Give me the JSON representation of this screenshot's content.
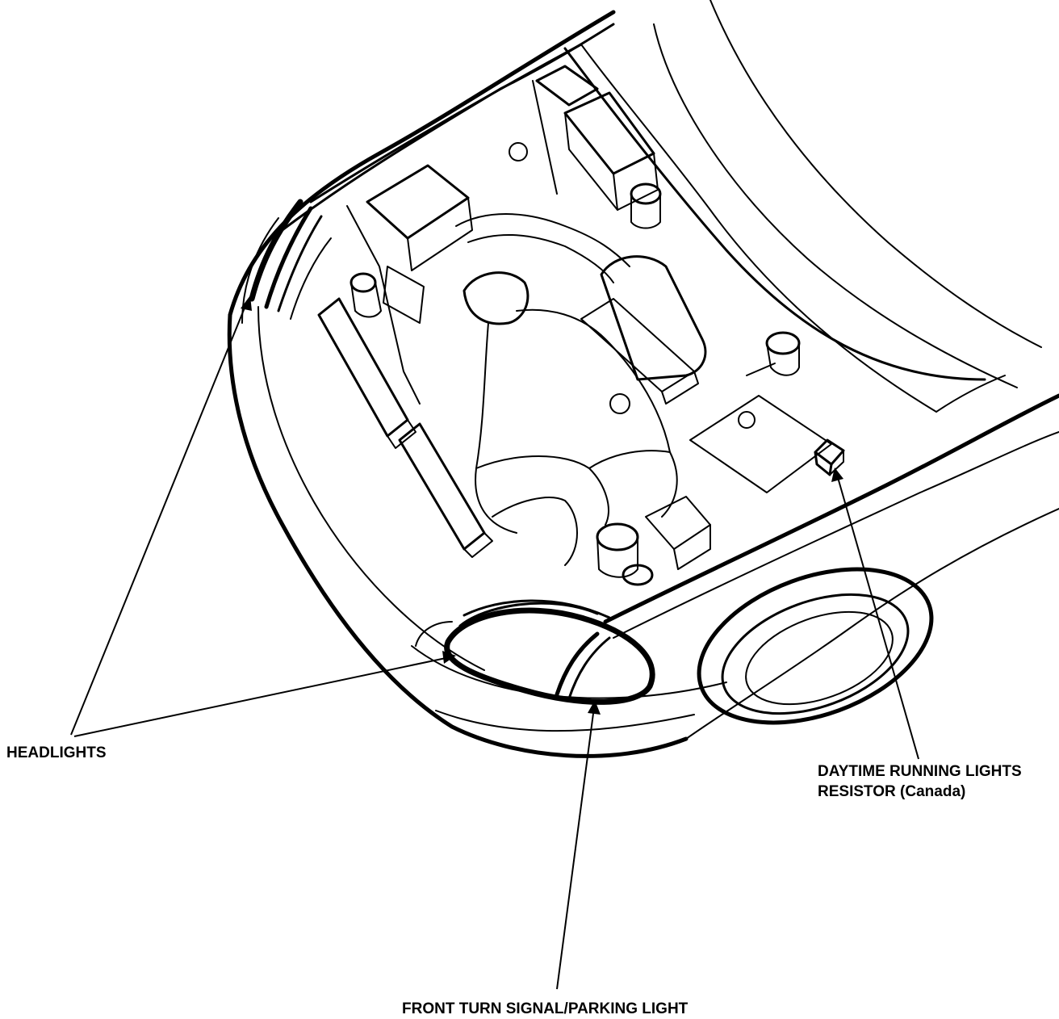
{
  "labels": {
    "headlights": "HEADLIGHTS",
    "drl_resistor_line1": "DAYTIME RUNNING LIGHTS",
    "drl_resistor_line2": "RESISTOR (Canada)",
    "turn_signal": "FRONT TURN SIGNAL/PARKING LIGHT"
  },
  "colors": {
    "line": "#000000",
    "background": "#ffffff"
  }
}
